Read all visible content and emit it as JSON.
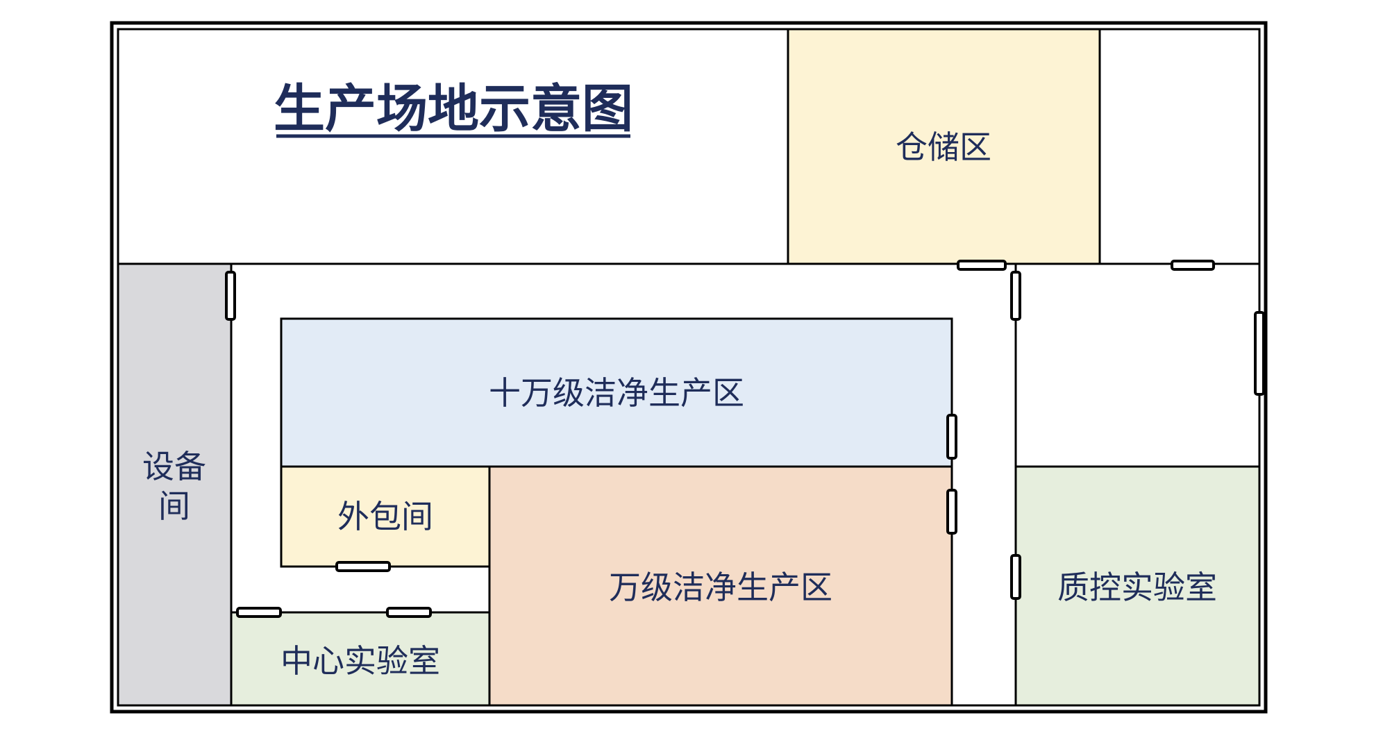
{
  "title": "生产场地示意图",
  "rooms": {
    "warehouse": "仓储区",
    "equipment_1": "设备",
    "equipment_2": "间",
    "clean_100k": "十万级洁净生产区",
    "outer_pack": "外包间",
    "clean_10k": "万级洁净生产区",
    "central_lab": "中心实验室",
    "qc_lab": "质控实验室"
  },
  "colors": {
    "text": "#1f2d5a",
    "line": "#000000",
    "warehouse": "#fdf3d4",
    "equipment": "#d9d9dc",
    "clean_100k": "#e2ebf6",
    "outer_pack": "#fdf3d4",
    "clean_10k": "#f5dcc8",
    "lab": "#e6eedd"
  }
}
